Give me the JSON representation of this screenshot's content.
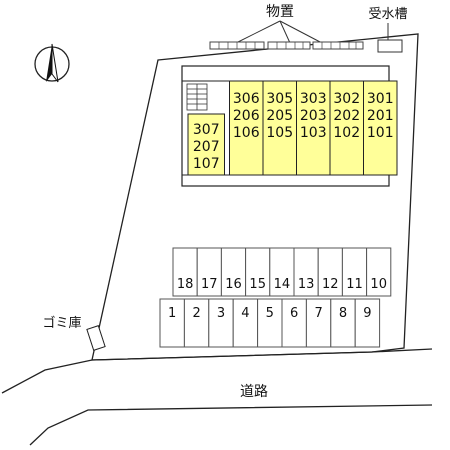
{
  "labels": {
    "storage": "物置",
    "water_tank": "受水槽",
    "garbage": "ゴミ庫",
    "road": "道路"
  },
  "compass": {
    "north_symbol": "N"
  },
  "building": {
    "fill_color": "#FFFF99",
    "units": [
      {
        "floors": [
          "307",
          "207",
          "107"
        ]
      },
      {
        "floors": [
          "306",
          "206",
          "106"
        ]
      },
      {
        "floors": [
          "305",
          "205",
          "105"
        ]
      },
      {
        "floors": [
          "303",
          "203",
          "103"
        ]
      },
      {
        "floors": [
          "302",
          "202",
          "102"
        ]
      },
      {
        "floors": [
          "301",
          "201",
          "101"
        ]
      }
    ]
  },
  "parking": {
    "back_row": [
      "18",
      "17",
      "16",
      "15",
      "14",
      "13",
      "12",
      "11",
      "10"
    ],
    "front_row": [
      "1",
      "2",
      "3",
      "4",
      "5",
      "6",
      "7",
      "8",
      "9"
    ]
  }
}
